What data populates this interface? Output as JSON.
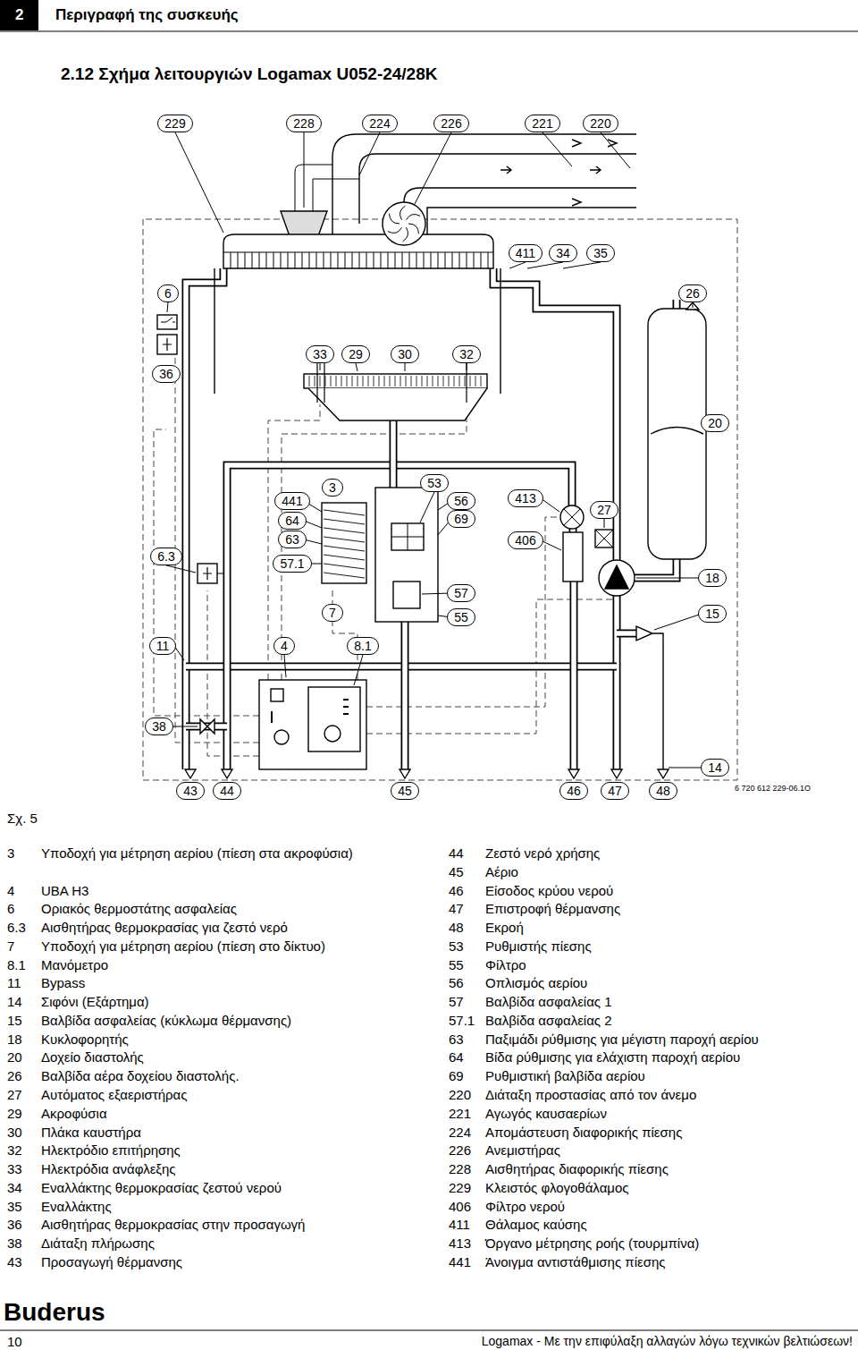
{
  "diagram": {
    "title": "2.12 Σχήμα λειτουργιών Logamax U052-24/28K",
    "caption": "Σχ. 5",
    "nodes": [
      {
        "text": [
          "2"
        ]
      },
      {
        "text": [
          "229"
        ]
      },
      {
        "text": [
          "228"
        ]
      },
      {
        "text": [
          "224"
        ]
      },
      {
        "text": [
          "226"
        ]
      },
      {
        "text": [
          "221"
        ]
      },
      {
        "text": [
          "220"
        ]
      },
      {
        "text": [
          "411"
        ]
      },
      {
        "text": [
          "34"
        ]
      },
      {
        "text": [
          "35"
        ]
      },
      {
        "text": [
          "6"
        ]
      },
      {
        "text": [
          "26"
        ]
      },
      {
        "text": [
          "33"
        ]
      },
      {
        "text": [
          "29"
        ]
      },
      {
        "text": [
          "30"
        ]
      },
      {
        "text": [
          "32"
        ]
      },
      {
        "text": [
          "36"
        ]
      },
      {
        "text": [
          "20"
        ]
      },
      {
        "text": [
          "53"
        ]
      },
      {
        "text": [
          "3"
        ]
      },
      {
        "text": [
          "441"
        ]
      },
      {
        "text": [
          "56"
        ]
      },
      {
        "text": [
          "413"
        ]
      },
      {
        "text": [
          "27"
        ]
      },
      {
        "text": [
          "64"
        ]
      },
      {
        "text": [
          "69"
        ]
      },
      {
        "text": [
          "63"
        ]
      },
      {
        "text": [
          "406"
        ]
      },
      {
        "text": [
          "6.3"
        ]
      },
      {
        "text": [
          "57.1"
        ]
      },
      {
        "text": [
          "18"
        ]
      },
      {
        "text": [
          "57"
        ]
      },
      {
        "text": [
          "7"
        ]
      },
      {
        "text": [
          "55"
        ]
      },
      {
        "text": [
          "15"
        ]
      },
      {
        "text": [
          "11"
        ]
      },
      {
        "text": [
          "4"
        ]
      },
      {
        "text": [
          "8.1"
        ]
      },
      {
        "text": [
          "38"
        ]
      },
      {
        "text": [
          "14"
        ]
      },
      {
        "text": [
          "43"
        ]
      },
      {
        "text": [
          "44"
        ]
      },
      {
        "text": [
          "45"
        ]
      },
      {
        "text": [
          "46"
        ]
      },
      {
        "text": [
          "47"
        ]
      },
      {
        "text": [
          "48"
        ]
      }
    ],
    "labels": [
      "Περιγραφή της συσκευής",
      "6 720 612 229-06.1O",
      "3",
      "Υποδοχή για μέτρηση αερίου (πίεση στα ακροφύσια)",
      "4",
      "UBA H3",
      "6",
      "Οριακός θερμοστάτης ασφαλείας",
      "6.3",
      "Αισθητήρας θερμοκρασίας για ζεστό νερό",
      "7",
      "Υποδοχή για μέτρηση αερίου (πίεση στο δίκτυο)",
      "8.1",
      "Μανόμετρο",
      "11",
      "Bypass",
      "14",
      "Σιφόνι (Εξάρτημα)",
      "15",
      "Βαλβίδα ασφαλείας (κύκλωμα θέρμανσης)",
      "18",
      "Κυκλοφορητής",
      "20",
      "Δοχείο διαστολής",
      "26",
      "Βαλβίδα αέρα δοχείου διαστολής.",
      "27",
      "Αυτόματος εξαεριστήρας",
      "29",
      "Ακροφύσια",
      "30",
      "Πλάκα καυστήρα",
      "32",
      "Ηλεκτρόδιο επιτήρησης",
      "33",
      "Ηλεκτρόδια ανάφλεξης",
      "34",
      "Εναλλάκτης θερμοκρασίας ζεστού νερού",
      "35",
      "Εναλλάκτης",
      "36",
      "Αισθητήρας θερμοκρασίας στην προσαγωγή",
      "38",
      "Διάταξη πλήρωσης",
      "43",
      "Προσαγωγή θέρμανσης",
      "44",
      "Ζεστό νερό χρήσης",
      "45",
      "Αέριο",
      "46",
      "Είσοδος κρύου νερού",
      "47",
      "Επιστροφή θέρμανσης",
      "48",
      "Εκροή",
      "53",
      "Ρυθμιστής πίεσης",
      "55",
      "Φίλτρο",
      "56",
      "Οπλισμός αερίου",
      "57",
      "Βαλβίδα ασφαλείας 1",
      "57.1",
      "Βαλβίδα ασφαλείας 2",
      "63",
      "Παξιμάδι ρύθμισης για μέγιστη παροχή αερίου",
      "64",
      "Βίδα ρύθμισης για ελάχιστη παροχή αερίου",
      "69",
      "Ρυθμιστική βαλβίδα αερίου",
      "220",
      "Διάταξη προστασίας από τον άνεμο",
      "221",
      "Αγωγός καυσαερίων",
      "224",
      "Απομάστευση διαφορικής πίεσης",
      "226",
      "Ανεμιστήρας",
      "228",
      "Αισθητήρας διαφορικής πίεσης",
      "229",
      "Κλειστός φλογοθάλαμος",
      "406",
      "Φίλτρο νερού",
      "411",
      "Θάλαμος καύσης",
      "413",
      "Όργανο μέτρησης ροής (τουρμπίνα)",
      "441",
      "Άνοιγμα αντιστάθμισης πίεσης",
      "Buderus",
      "10",
      "Logamax - Με την επιφύλαξη αλλαγών λόγω τεχνικών βελτιώσεων!"
    ]
  }
}
